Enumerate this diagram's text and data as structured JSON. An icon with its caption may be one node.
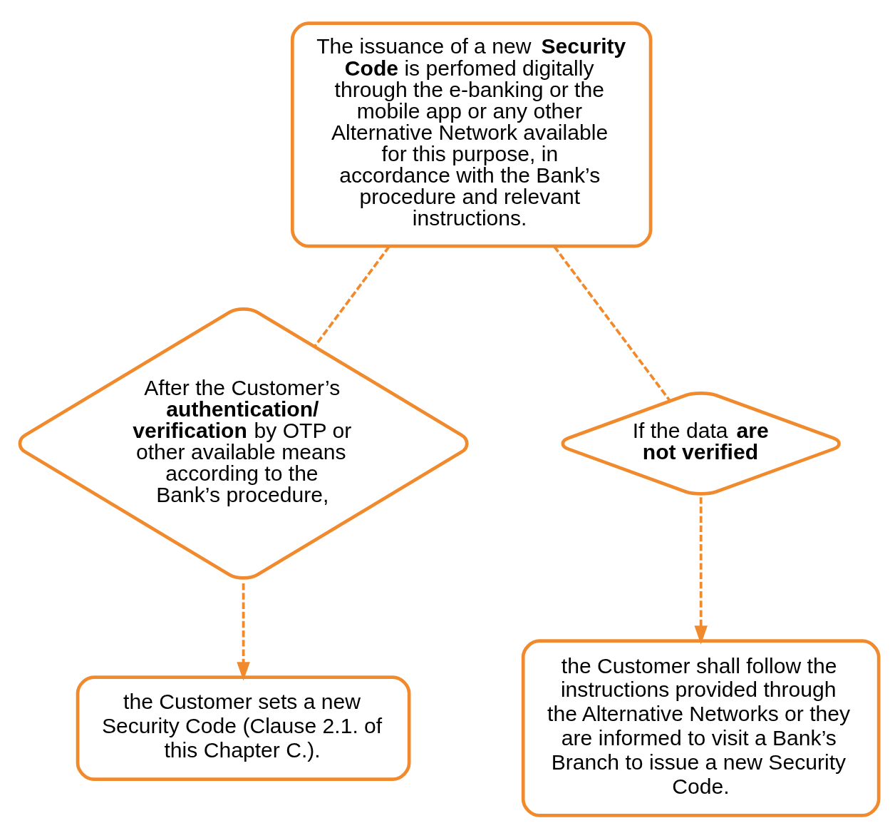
{
  "diagram": {
    "nodes": [
      {
        "text": [
          "The issuance of a new **Security Code** is perfomed digitally through the e-banking or the mobile app or any other Alternative Network available for this purpose, in accordance with the Bank’s procedure and relevant instructions."
        ]
      },
      {
        "text": [
          "After the Customer’s **authentication/ verification** by OTP or other available means according to the Bank’s procedure,"
        ]
      },
      {
        "text": [
          "If the data **are not verified**"
        ]
      },
      {
        "text": [
          "the Customer sets a new Security Code (Clause 2.1. of this Chapter C.)."
        ]
      },
      {
        "text": [
          "the Customer shall follow the instructions provided through the Alternative Networks or they are informed to visit a Bank’s Branch to issue a new Security Code."
        ]
      }
    ],
    "edges": [
      {
        "from": 0,
        "to": 1,
        "arrow": "none",
        "style": "dashed"
      },
      {
        "from": 0,
        "to": 2,
        "arrow": "none",
        "style": "dashed"
      },
      {
        "from": 1,
        "to": 3,
        "arrow": "to",
        "style": "dashed"
      },
      {
        "from": 2,
        "to": 4,
        "arrow": "to",
        "style": "dashed"
      }
    ]
  }
}
